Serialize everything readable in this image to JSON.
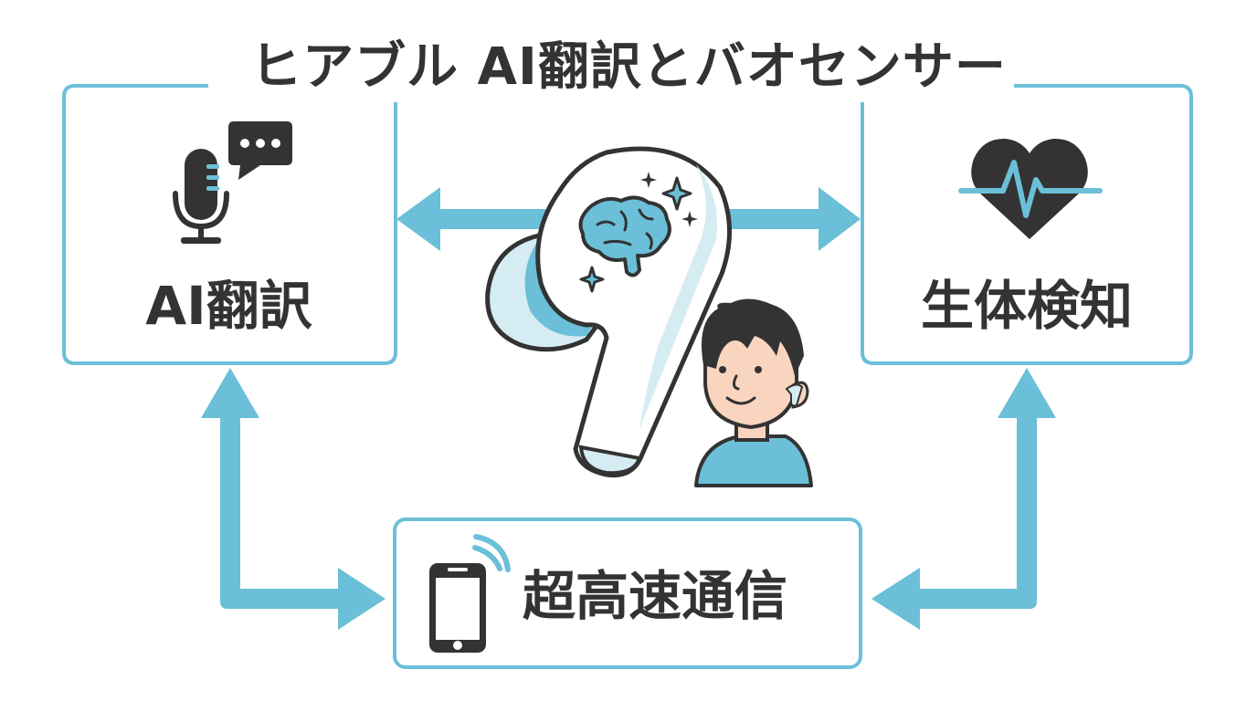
{
  "title": "ヒアブル AI翻訳とバオセンサー",
  "nodes": {
    "translation": {
      "label": "AI翻訳",
      "icon": "microphone-speech-bubble-icon"
    },
    "biosensing": {
      "label": "生体検知",
      "icon": "heart-pulse-icon"
    },
    "communication": {
      "label": "超高速通信",
      "icon": "smartphone-signal-icon"
    },
    "center": {
      "icon": "earbud-brain-icon",
      "figure": "person-wearing-earbud"
    }
  },
  "connections": [
    {
      "from": "center",
      "to": "translation",
      "type": "arrow"
    },
    {
      "from": "center",
      "to": "biosensing",
      "type": "arrow"
    },
    {
      "from": "translation",
      "to": "communication",
      "type": "bidirectional-arrow"
    },
    {
      "from": "biosensing",
      "to": "communication",
      "type": "bidirectional-arrow"
    }
  ],
  "colors": {
    "accent": "#6bbfd8",
    "text": "#333333",
    "skin": "#f9d5bf",
    "earbud_fill": "#d6ecf3",
    "background": "#ffffff"
  }
}
